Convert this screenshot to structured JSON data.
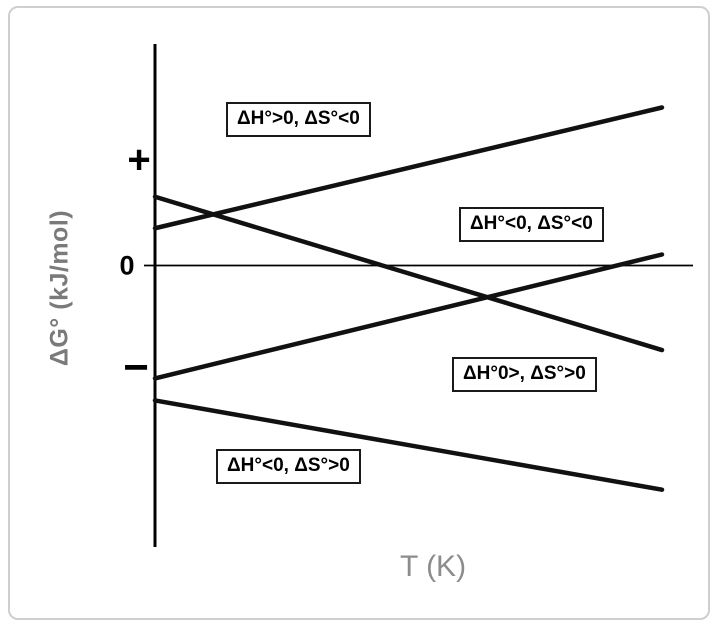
{
  "colors": {
    "line": "#111111",
    "axis": "#000000",
    "muted_label": "#7a7a7a",
    "frame": "#cfcfcf"
  },
  "y_axis": {
    "title": "ΔG° (kJ/mol)",
    "tick_plus": "+",
    "tick_zero": "0",
    "tick_minus": "−"
  },
  "x_axis": {
    "title": "T (K)"
  },
  "annotations": [
    {
      "text": "ΔH°>0, ΔS°<0"
    },
    {
      "text": "ΔH°<0, ΔS°<0"
    },
    {
      "text": "ΔH°0>, ΔS°>0"
    },
    {
      "text": "ΔH°<0, ΔS°>0"
    }
  ],
  "chart_data": {
    "type": "line",
    "title": "",
    "xlabel": "T (K)",
    "ylabel": "ΔG° (kJ/mol)",
    "x_axis_meaning": "temperature increasing to the right, origin at vertical axis",
    "y_tick_labels": [
      "+",
      "0",
      "−"
    ],
    "ylim": [
      -2.6,
      2.2
    ],
    "zero_baseline": 0,
    "grid": false,
    "legend": "labels shown as boxed annotations on the plot",
    "series": [
      {
        "name": "ΔH°>0, ΔS°<0",
        "x": [
          0,
          1
        ],
        "values": [
          0.35,
          1.5
        ]
      },
      {
        "name": "ΔH°0>, ΔS°>0",
        "x": [
          0,
          1
        ],
        "values": [
          0.65,
          -0.81
        ]
      },
      {
        "name": "ΔH°<0, ΔS°<0",
        "x": [
          0,
          1
        ],
        "values": [
          -1.08,
          0.1
        ]
      },
      {
        "name": "ΔH°<0, ΔS°>0",
        "x": [
          0,
          1
        ],
        "values": [
          -1.29,
          -2.14
        ]
      }
    ]
  }
}
